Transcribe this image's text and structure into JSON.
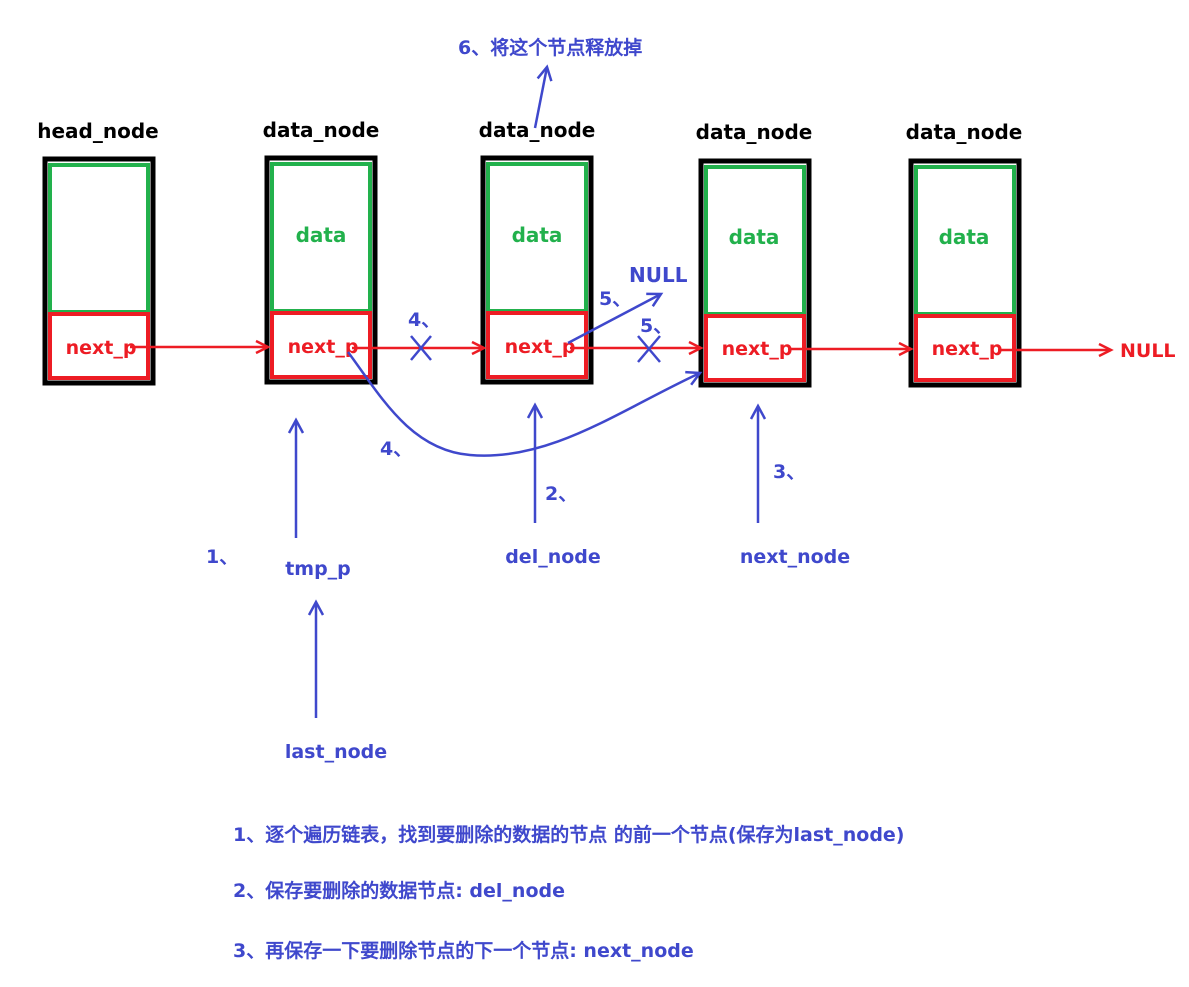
{
  "colors": {
    "node_border": "#000000",
    "data_border": "#22b14c",
    "next_border": "#ed1c24",
    "arrow_red": "#ed1c24",
    "arrow_blue": "#3f48cc"
  },
  "nodes": [
    {
      "title": "head_node",
      "data_label": "",
      "next_label": "next_p"
    },
    {
      "title": "data_node",
      "data_label": "data",
      "next_label": "next_p"
    },
    {
      "title": "data_node",
      "data_label": "data",
      "next_label": "next_p"
    },
    {
      "title": "data_node",
      "data_label": "data",
      "next_label": "next_p"
    },
    {
      "title": "data_node",
      "data_label": "data",
      "next_label": "next_p"
    }
  ],
  "tail_null": "NULL",
  "step6_label": "6、将这个节点释放掉",
  "null_label": "NULL",
  "step5_upper": "5、",
  "step5_lower": "5、",
  "step4_upper": "4、",
  "step4_lower": "4、",
  "pointers": {
    "tmp_p": "tmp_p",
    "last_node": "last_node",
    "del_node": "del_node",
    "next_node": "next_node",
    "step1": "1、",
    "step2": "2、",
    "step3": "3、"
  },
  "notes": [
    "1、逐个遍历链表，找到要删除的数据的节点 的前一个节点(保存为last_node)",
    "2、保存要删除的数据节点:   del_node",
    "3、再保存一下要删除节点的下一个节点: next_node"
  ]
}
